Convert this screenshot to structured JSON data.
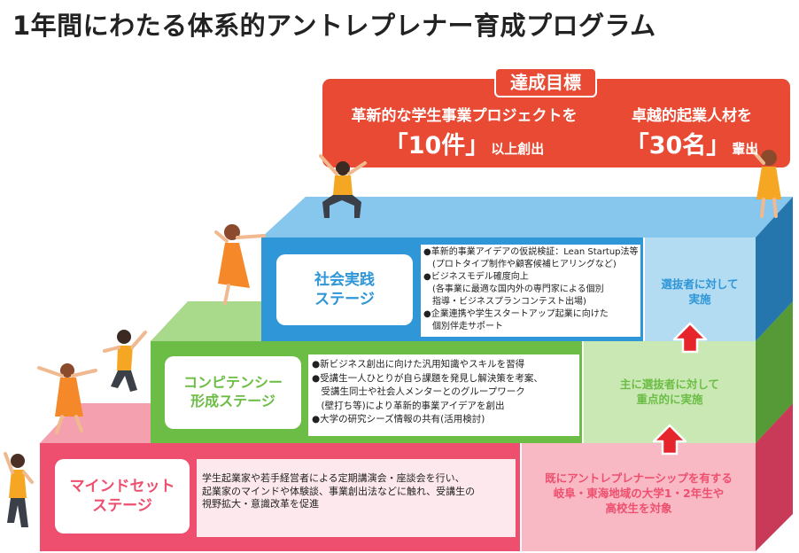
{
  "title": "1年間にわたる体系的アントレプレナー育成プログラム",
  "goal": {
    "label": "達成目標",
    "item1": {
      "line1": "革新的な学生事業プロジェクトを",
      "big": "「10件」",
      "suffix": "以上創出"
    },
    "item2": {
      "line1": "卓越的起業人材を",
      "big": "「30名」",
      "suffix": "輩出"
    }
  },
  "stages": [
    {
      "name": "マインドセット\nステージ",
      "bullets": "学生起業家や若手経営者による定期講演会・座談会を行い、\n起業家のマインドや体験談、事業創出法などに触れ、受講生の\n視野拡大・意識改革を促進",
      "target": "既にアントレプレナーシップを有する\n岐阜・東海地域の大学1・2年生や\n高校生を対象"
    },
    {
      "name": "コンピテンシー\n形成ステージ",
      "bullets": "●新ビジネス創出に向けた汎用知識やスキルを習得\n●受講生一人ひとりが自ら課題を発見し解決策を考案、\n　受講生同士や社会人メンターとのグループワーク\n　(壁打ち等)により革新的事業アイデアを創出\n●大学の研究シーズ情報の共有(活用検討)",
      "target": "主に選抜者に対して\n重点的に実施"
    },
    {
      "name": "社会実践\nステージ",
      "bullets": "●革新的事業アイデアの仮説検証：Lean Startup法等\n　(プロトタイプ制作や顧客候補ヒアリングなど)\n●ビジネスモデル確度向上\n　(各事業に最適な国内外の専門家による個別\n　指導・ビジネスプランコンテスト出場)\n●企業連携や学生スタートアップ起業に向けた\n　個別伴走サポート",
      "target": "選抜者に対して\n実施"
    }
  ],
  "colors": {
    "goal": "#e84a34",
    "stage1": "#ee4f6e",
    "stage1_light": "#f8b9c4",
    "stage2": "#6cbd45",
    "stage2_light": "#c9e8b3",
    "stage3": "#2f96d7",
    "stage3_light": "#b3dcf3",
    "arrow": "#e5242b"
  }
}
